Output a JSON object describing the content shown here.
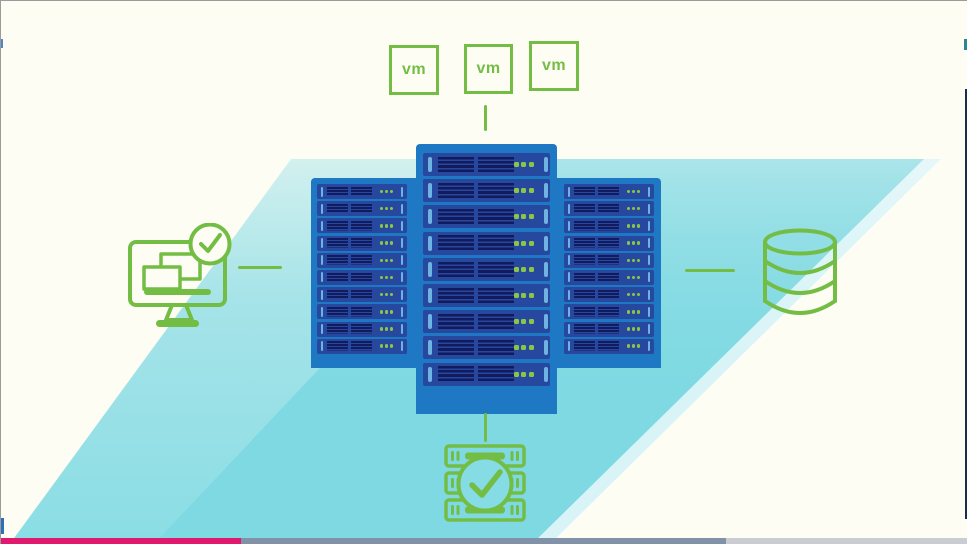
{
  "scene": {
    "type": "video-frame-diagram",
    "subject": "virtualization infrastructure: vm boxes connected to server racks, management console, storage database and health-checked server stack"
  },
  "vm_boxes": {
    "labels": [
      "vm",
      "vm",
      "vm"
    ]
  },
  "racks": {
    "center": {
      "units": 9
    },
    "left": {
      "units": 10
    },
    "right": {
      "units": 10
    }
  },
  "icons": {
    "left": "monitor-with-checkmark",
    "right": "database-cylinder",
    "bottom": "server-stack-with-checkmark",
    "top": "vm-boxes"
  },
  "colors": {
    "cream": "#FDFDF4",
    "green": "#74BD44",
    "led_green": "#8BC546",
    "chassis": "#1E78C4",
    "unit_blue": "#26489E",
    "stripe_navy": "#131B5F",
    "bracket_blue": "#6FB3E2",
    "teal": "#8ADDE5",
    "teal_dark": "#7ED9E2",
    "border_gray": "#9B9B9B",
    "edge_navy": "#1D2B4F",
    "edge_teal": "#2F8494",
    "edge_blue1": "#4F86C6",
    "edge_blue2": "#2E6FB8"
  },
  "progress": {
    "segments": [
      {
        "name": "played",
        "color": "#E0186E",
        "from": 0,
        "to": 240
      },
      {
        "name": "buffered",
        "color": "#8191A7",
        "from": 240,
        "to": 725
      },
      {
        "name": "remaining",
        "color": "#C9CCD1",
        "from": 725,
        "to": 967
      }
    ]
  }
}
